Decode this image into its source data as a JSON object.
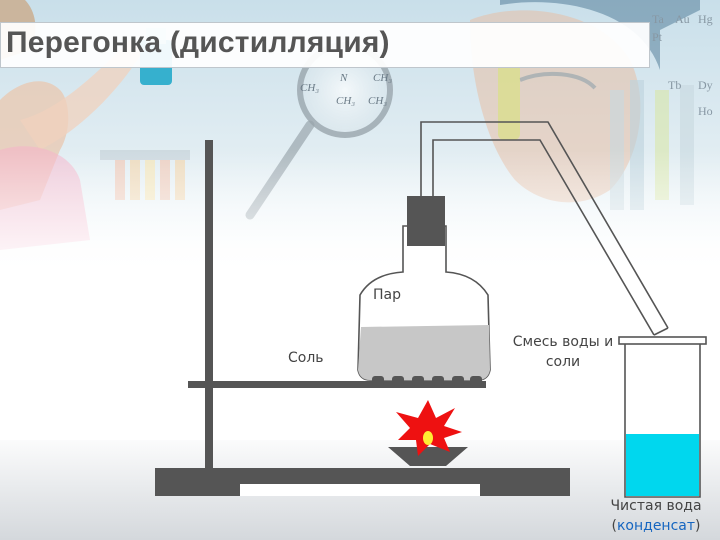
{
  "title": "Перегонка (дистилляция)",
  "labels": {
    "vapor": "Пар",
    "salt": "Соль",
    "mixture_line1": "Смесь воды и",
    "mixture_line2": "соли",
    "pure_water_line1": "Чистая вода",
    "pure_water_line2_open": "(",
    "pure_water_line2_word": "конденсат",
    "pure_water_line2_close": ")"
  },
  "background_formula": {
    "ch3_a": "CH₃",
    "ch3_b": "CH₃",
    "ch3_c": "CH₃",
    "ch3_d": "CH₃",
    "n": "N"
  },
  "background_elements": {
    "ta": "Ta",
    "pt": "Pt",
    "au": "Au",
    "hg": "Hg",
    "tb": "Tb",
    "dy": "Dy",
    "ho": "Ho"
  },
  "colors": {
    "title_text": "#555555",
    "apparatus": "#555555",
    "flask_liquid": "#c7c7c7",
    "condensate": "#00d7ee",
    "flame_outer": "#ee1111",
    "flame_inner": "#ffee33",
    "word_highlight": "#1565c0"
  }
}
